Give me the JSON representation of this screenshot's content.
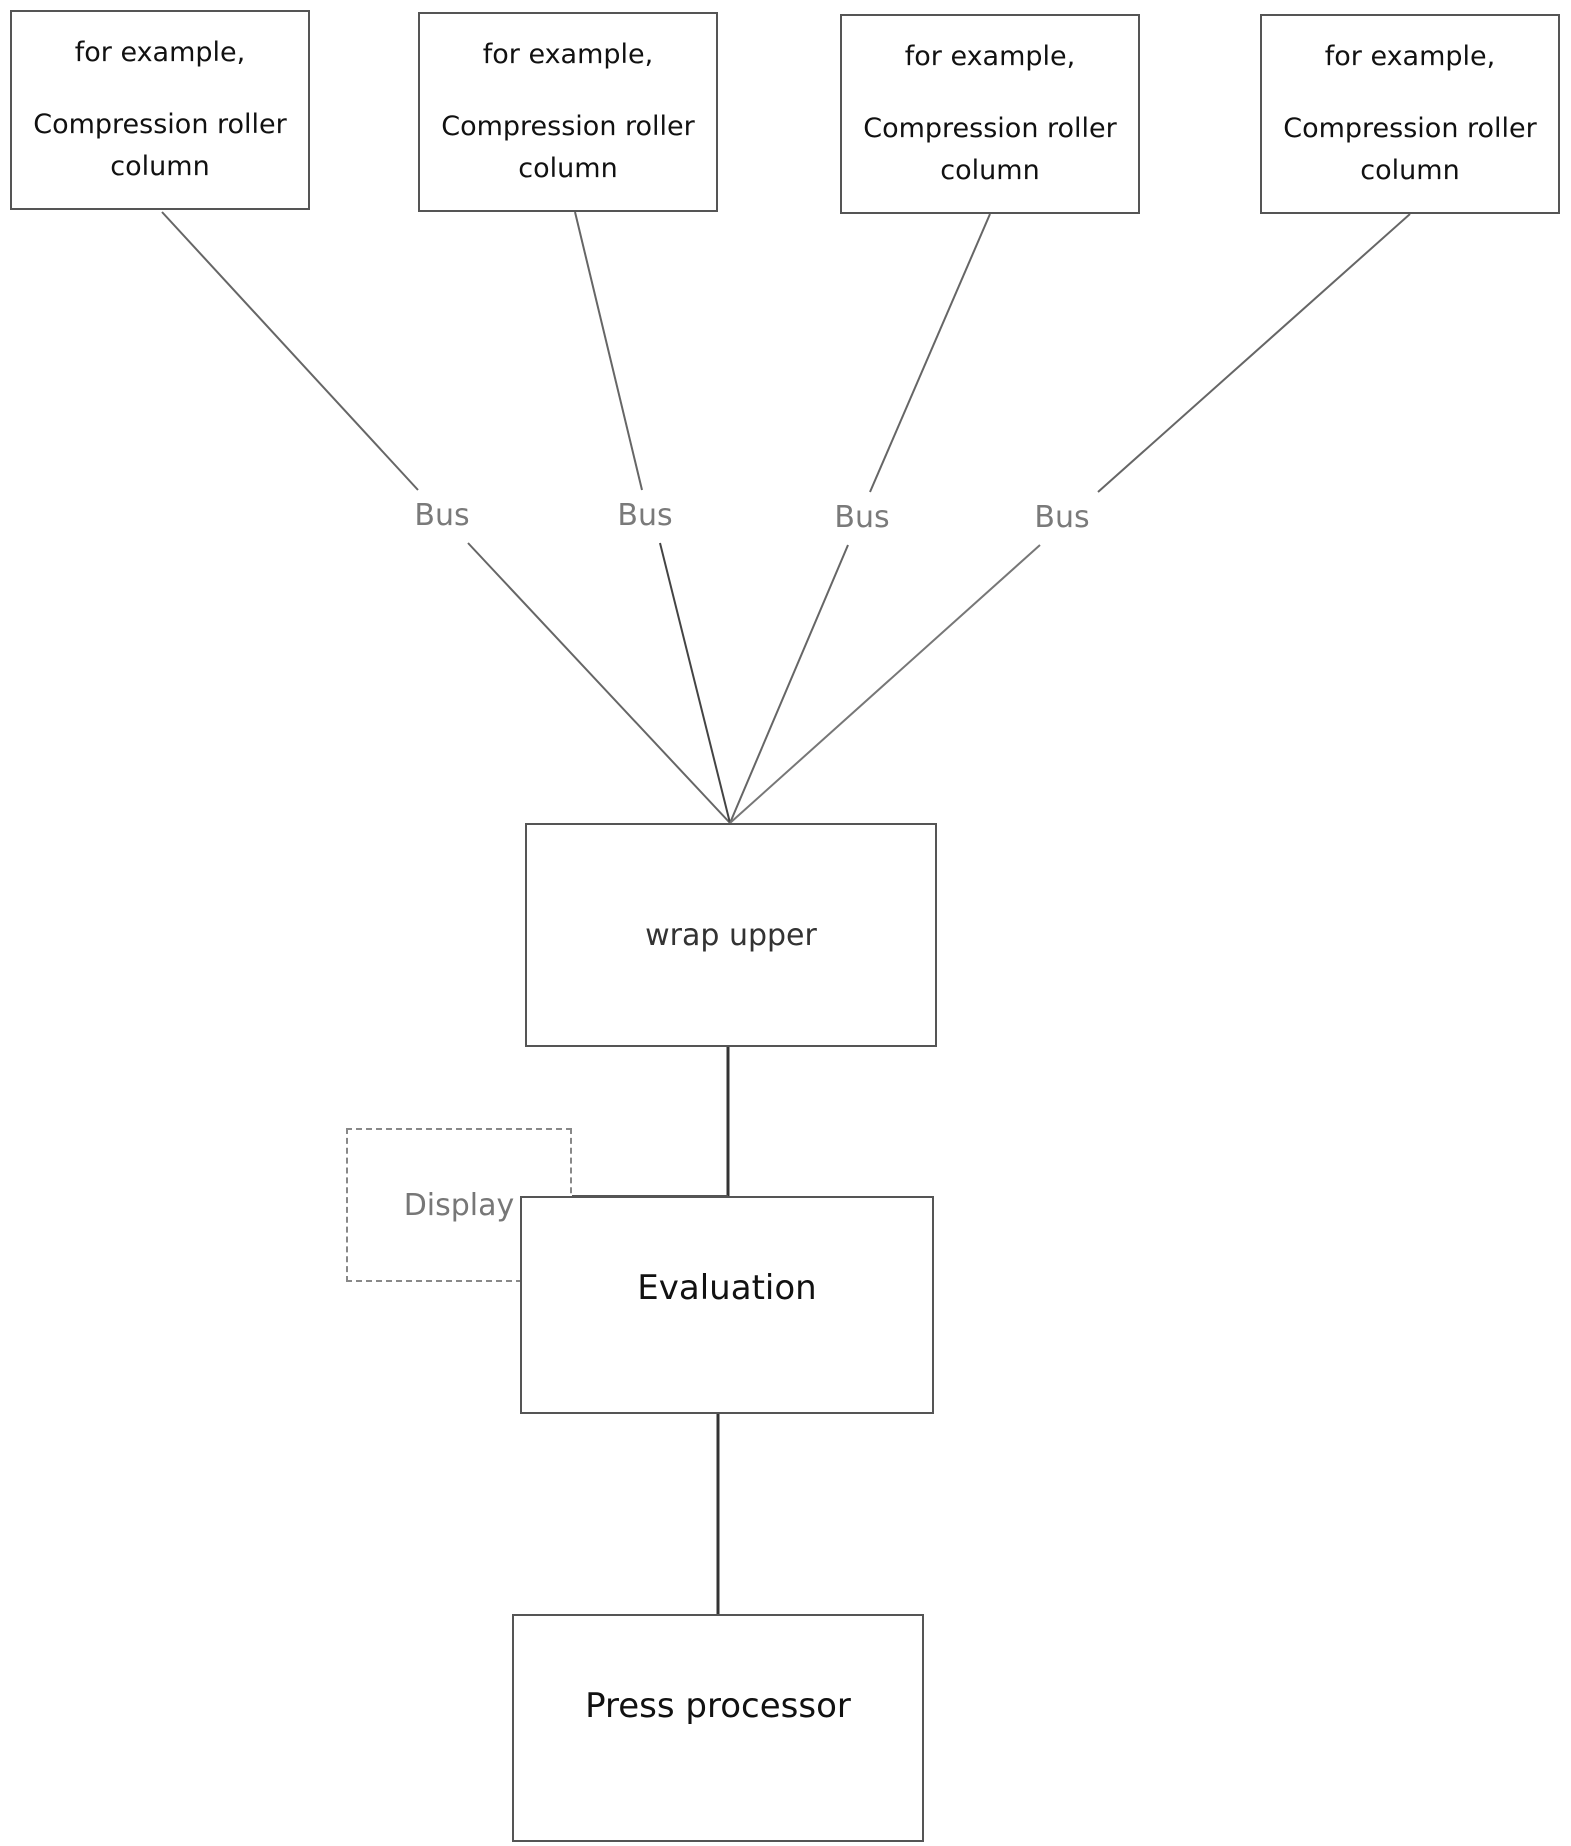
{
  "source_boxes": [
    {
      "line1": "for example,",
      "line2": "Compression roller column"
    },
    {
      "line1": "for example,",
      "line2": "Compression roller column"
    },
    {
      "line1": "for example,",
      "line2": "Compression roller column"
    },
    {
      "line1": "for example,",
      "line2": "Compression roller column"
    }
  ],
  "bus_labels": [
    "Bus",
    "Bus",
    "Bus",
    "Bus"
  ],
  "wrap_upper": "wrap upper",
  "display": "Display",
  "evaluation": "Evaluation",
  "press_processor": "Press processor",
  "colors": {
    "line": "#555555",
    "bus_text": "#7a7a7a",
    "box_border": "#555555"
  }
}
